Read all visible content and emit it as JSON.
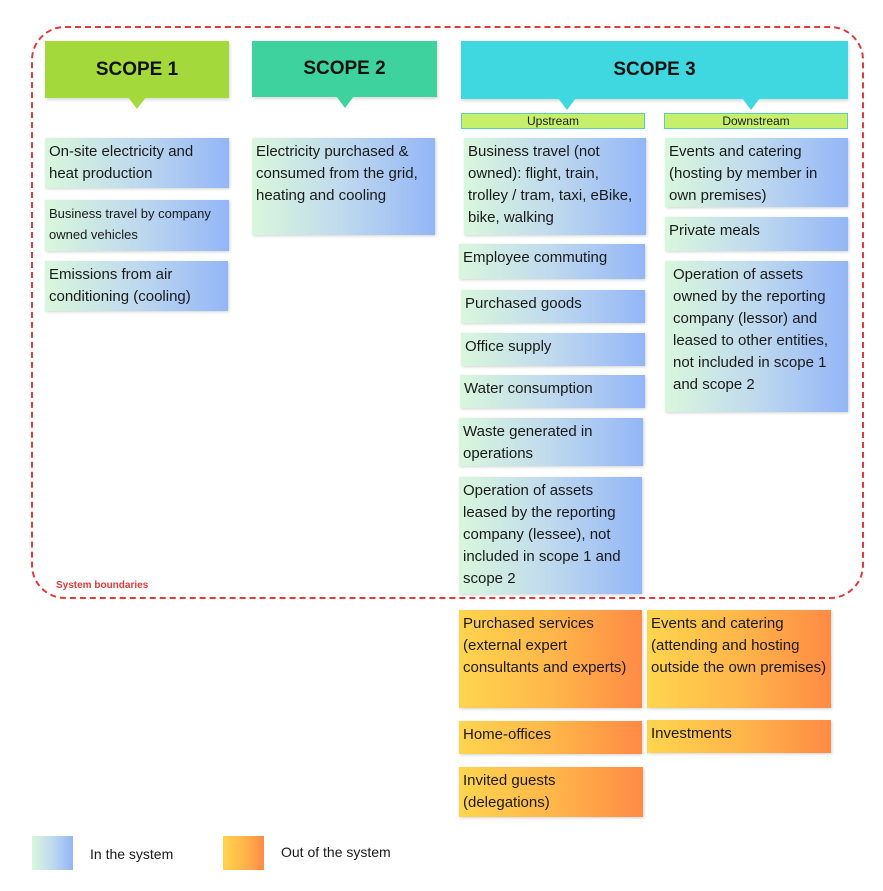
{
  "boundary_label": "System boundaries",
  "colors": {
    "boundary": "#e03a3a",
    "scope1": "#a3d93a",
    "scope2": "#3ed39e",
    "scope3": "#40d8e0",
    "subhead": "#c6f06b"
  },
  "scope1": {
    "title": "SCOPE 1",
    "items": [
      "On-site electricity and heat production",
      "Business travel by company owned vehicles",
      "Emissions from air conditioning (cooling)"
    ]
  },
  "scope2": {
    "title": "SCOPE 2",
    "items": [
      "Electricity purchased & consumed from the grid, heating and cooling"
    ]
  },
  "scope3": {
    "title": "SCOPE 3",
    "upstream": {
      "label": "Upstream",
      "items": [
        "Business travel (not owned): flight, train, trolley / tram, taxi, eBike, bike, walking",
        "Employee commuting",
        "Purchased goods",
        "Office supply",
        "Water consumption",
        "Waste generated in operations",
        "Operation of assets leased by the reporting company (lessee), not included in scope 1 and scope 2"
      ],
      "outside": [
        "Purchased services (external expert consultants and experts)",
        "Home-offices",
        "Invited guests (delegations)"
      ]
    },
    "downstream": {
      "label": "Downstream",
      "items": [
        "Events and catering (hosting by member in own premises)",
        "Private meals",
        "Operation of assets owned by the reporting company (lessor) and leased to other entities, not included in scope 1 and scope 2"
      ],
      "outside": [
        "Events and catering (attending and hosting outside the own premises)",
        "Investments"
      ]
    }
  },
  "legend": {
    "in_label": "In the system",
    "out_label": "Out of the system"
  }
}
